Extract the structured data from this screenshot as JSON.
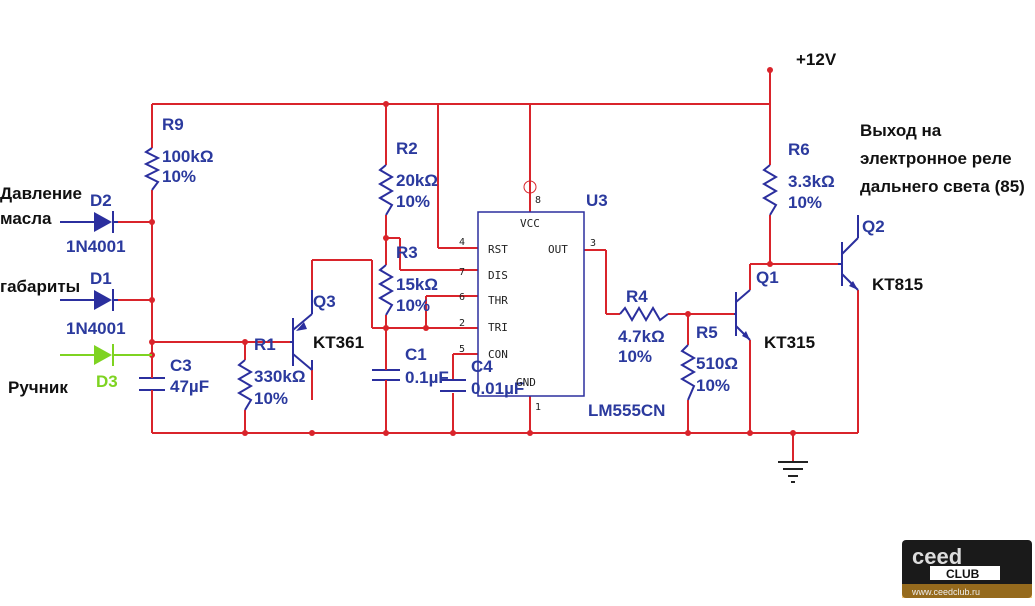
{
  "supply": "+12V",
  "inputs": {
    "oil": [
      "Давление",
      "масла"
    ],
    "lights": "габариты",
    "handbrake": "Ручник"
  },
  "output_note": [
    "Выход на",
    "электронное реле",
    "дальнего света (85)"
  ],
  "components": {
    "R9": {
      "ref": "R9",
      "val": "100kΩ",
      "tol": "10%"
    },
    "R2": {
      "ref": "R2",
      "val": "20kΩ",
      "tol": "10%"
    },
    "R3": {
      "ref": "R3",
      "val": "15kΩ",
      "tol": "10%"
    },
    "R1": {
      "ref": "R1",
      "val": "330kΩ",
      "tol": "10%"
    },
    "R4": {
      "ref": "R4",
      "val": "4.7kΩ",
      "tol": "10%"
    },
    "R5": {
      "ref": "R5",
      "val": "510Ω",
      "tol": "10%"
    },
    "R6": {
      "ref": "R6",
      "val": "3.3kΩ",
      "tol": "10%"
    },
    "C1": {
      "ref": "C1",
      "val": "0.1µF"
    },
    "C3": {
      "ref": "C3",
      "val": "47µF"
    },
    "C4": {
      "ref": "C4",
      "val": "0.01µF"
    },
    "D1": {
      "ref": "D1",
      "model": "1N4001"
    },
    "D2": {
      "ref": "D2",
      "model": "1N4001"
    },
    "D3": {
      "ref": "D3"
    },
    "Q1": {
      "ref": "Q1",
      "model": "KT315"
    },
    "Q2": {
      "ref": "Q2",
      "model": "KT815"
    },
    "Q3": {
      "ref": "Q3",
      "model": "KT361"
    },
    "U3": {
      "ref": "U3",
      "model": "LM555CN"
    }
  },
  "ic_pins": {
    "vcc": "VCC",
    "rst": "RST",
    "dis": "DIS",
    "thr": "THR",
    "tri": "TRI",
    "con": "CON",
    "gnd": "GND",
    "out": "OUT",
    "n8": "8",
    "n4": "4",
    "n7": "7",
    "n6": "6",
    "n2": "2",
    "n5": "5",
    "n1": "1",
    "n3": "3"
  },
  "watermark": {
    "brand": "ceed",
    "sub": "CLUB",
    "url": "www.ceedclub.ru"
  },
  "colors": {
    "wire": "#d9242b",
    "component": "#2b2f9e",
    "d3": "#7ed321",
    "text": "#111111"
  }
}
